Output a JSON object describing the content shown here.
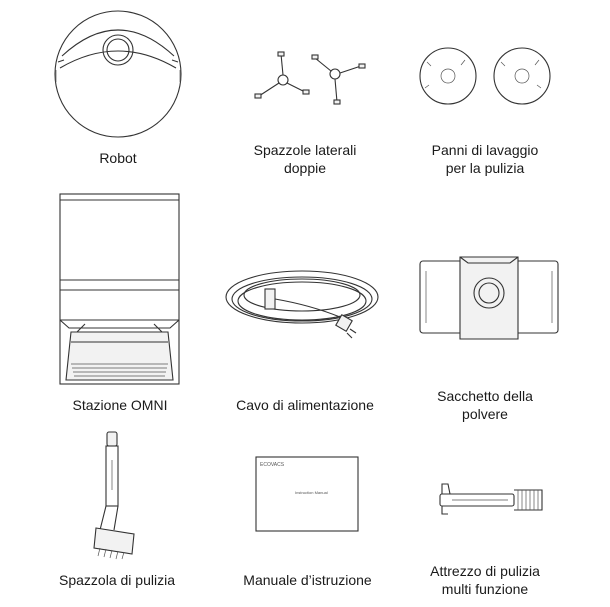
{
  "items": [
    {
      "caption": "Robot"
    },
    {
      "caption_line1": "Spazzole laterali",
      "caption_line2": "doppie"
    },
    {
      "caption_line1": "Panni di lavaggio",
      "caption_line2": "per la pulizia"
    },
    {
      "caption": "Stazione OMNI"
    },
    {
      "caption": "Cavo di alimentazione"
    },
    {
      "caption_line1": "Sacchetto della",
      "caption_line2": "polvere"
    },
    {
      "caption": "Spazzola di pulizia"
    },
    {
      "caption": "Manuale d’istruzione"
    },
    {
      "caption_line1": "Attrezzo di pulizia",
      "caption_line2": "multi funzione"
    }
  ],
  "manual": {
    "brand": "ECOVACS",
    "title": "Instruction Manual"
  }
}
